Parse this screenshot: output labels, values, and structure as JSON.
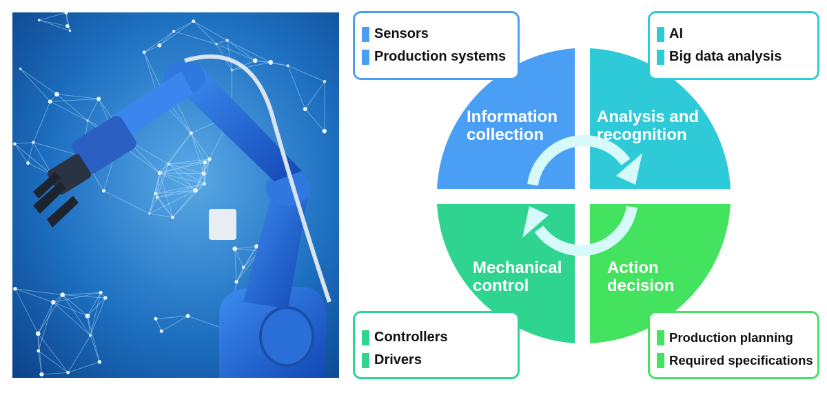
{
  "colors": {
    "blue": "#4a9ff5",
    "cyan": "#2ecad8",
    "teal_green": "#2ed48f",
    "green": "#44e35f",
    "arrow": "#d6fafa"
  },
  "icons": {
    "photo": "robotic-arm-image",
    "cycle": "cycle-arrows-icon"
  },
  "quadrants": {
    "information_collection": {
      "label": "Information\ncollection"
    },
    "analysis_recognition": {
      "label": "Analysis and\nrecognition"
    },
    "mechanical_control": {
      "label": "Mechanical\ncontrol"
    },
    "action_decision": {
      "label": "Action\ndecision"
    }
  },
  "boxes": {
    "top_left": {
      "items": [
        "Sensors",
        "Production systems"
      ]
    },
    "top_right": {
      "items": [
        "AI",
        "Big data analysis"
      ]
    },
    "bottom_left": {
      "items": [
        "Controllers",
        "Drivers"
      ]
    },
    "bottom_right": {
      "items": [
        "Production planning",
        "Required specifications"
      ]
    }
  }
}
